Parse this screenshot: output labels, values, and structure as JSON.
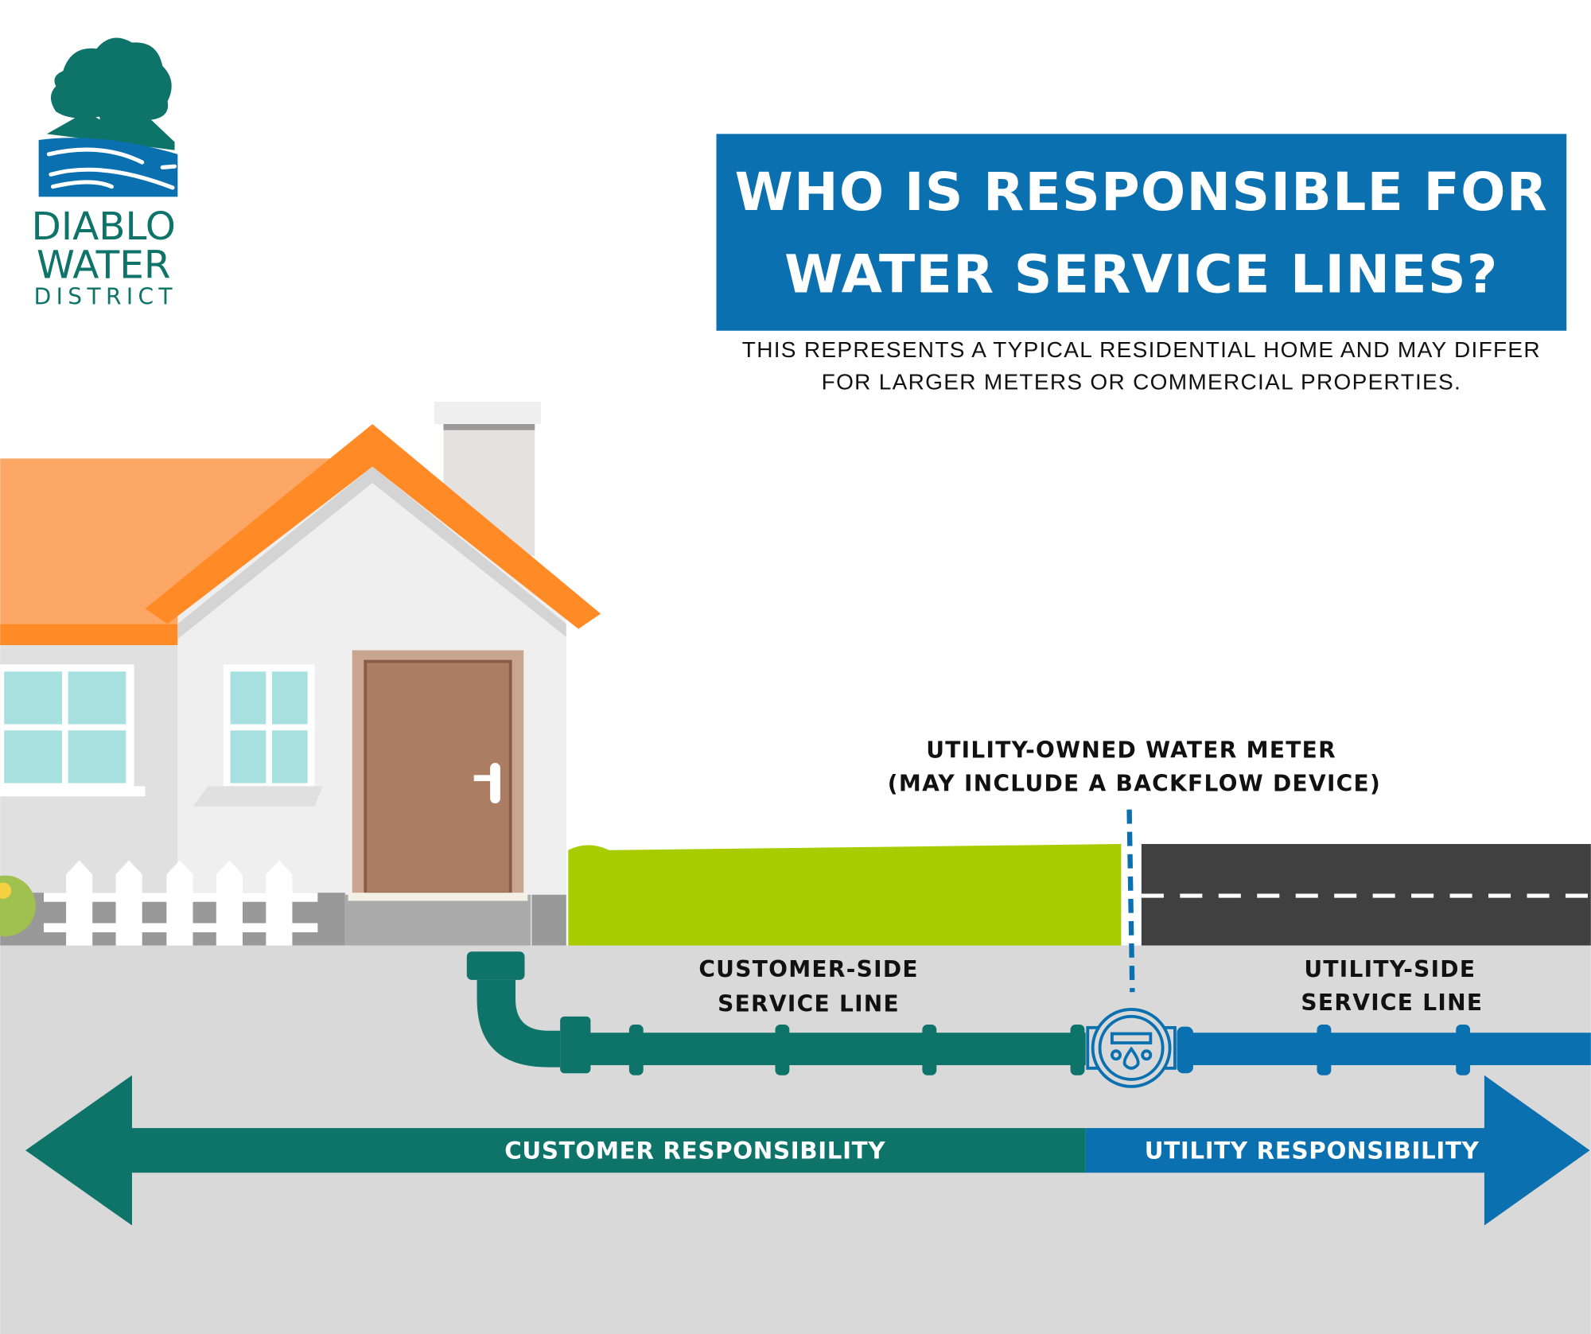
{
  "logo": {
    "line1": "DIABLO",
    "line2": "WATER",
    "line3": "DISTRICT"
  },
  "header": {
    "title_line1": "WHO IS RESPONSIBLE FOR",
    "title_line2": "WATER SERVICE LINES?",
    "subtitle_line1": "THIS REPRESENTS A TYPICAL RESIDENTIAL HOME AND MAY DIFFER",
    "subtitle_line2": "FOR LARGER METERS OR COMMERCIAL PROPERTIES."
  },
  "meter_label": {
    "line1": "UTILITY-OWNED WATER METER",
    "line2": "(MAY INCLUDE A BACKFLOW DEVICE)"
  },
  "customer_line": {
    "line1": "CUSTOMER-SIDE",
    "line2": "SERVICE LINE"
  },
  "utility_line": {
    "line1": "UTILITY-SIDE",
    "line2": "SERVICE LINE"
  },
  "arrows": {
    "customer": "CUSTOMER RESPONSIBILITY",
    "utility": "UTILITY RESPONSIBILITY"
  },
  "colors": {
    "teal": "#0E7369",
    "blue": "#0B70B0",
    "orange": "#FF8A26",
    "grass": "#A8CC00",
    "road": "#404040",
    "ground": "#D9D9D9"
  }
}
